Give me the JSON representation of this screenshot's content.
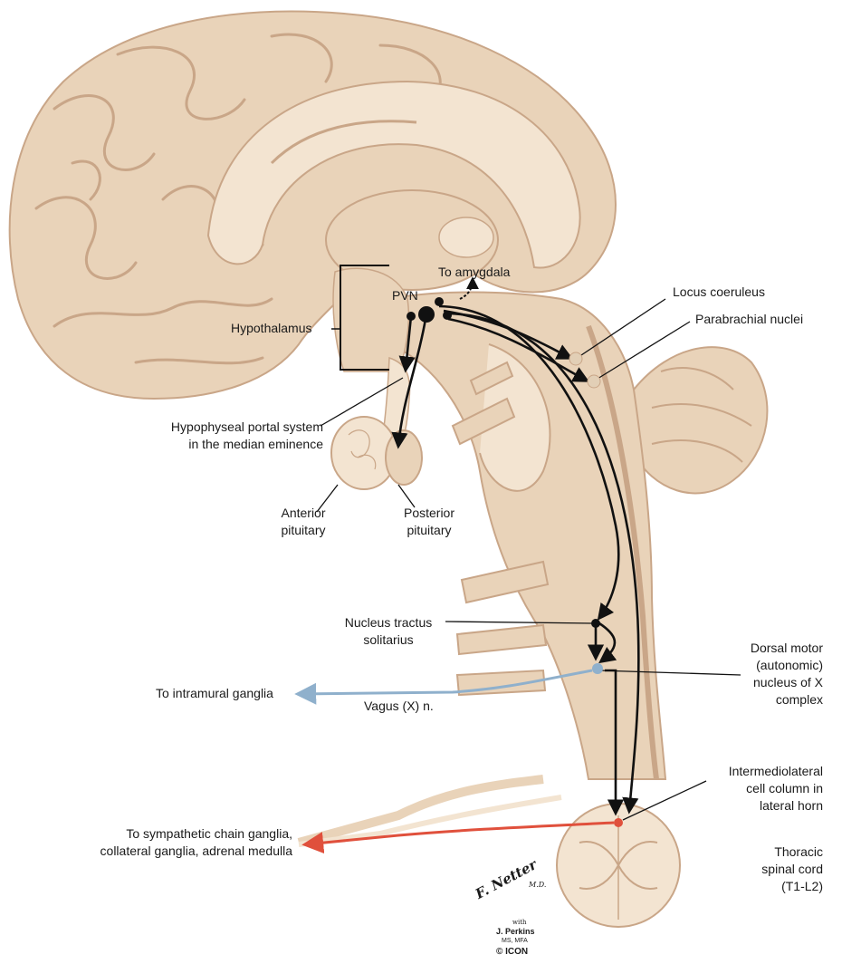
{
  "colors": {
    "tissue": "#e9d3b9",
    "tissue_light": "#f3e4d1",
    "tissue_dark": "#c9a688",
    "pathway": "#111111",
    "parasympathetic": "#8fb0cc",
    "sympathetic": "#e0503c"
  },
  "labels": {
    "to_amygdala": "To amygdala",
    "pvn": "PVN",
    "hypothalamus": "Hypothalamus",
    "hypophyseal_1": "Hypophyseal portal system",
    "hypophyseal_2": "in the median eminence",
    "anterior_1": "Anterior",
    "anterior_2": "pituitary",
    "posterior_1": "Posterior",
    "posterior_2": "pituitary",
    "locus": "Locus coeruleus",
    "parabrachial": "Parabrachial nuclei",
    "nts_1": "Nucleus tractus",
    "nts_2": "solitarius",
    "dmx_1": "Dorsal motor",
    "dmx_2": "(autonomic)",
    "dmx_3": "nucleus of X",
    "dmx_4": "complex",
    "intramural": "To intramural ganglia",
    "vagus": "Vagus (X) n.",
    "iml_1": "Intermediolateral",
    "iml_2": "cell column in",
    "iml_3": "lateral horn",
    "sympathetic_1": "To sympathetic chain ganglia,",
    "sympathetic_2": "collateral ganglia, adrenal medulla",
    "thoracic_1": "Thoracic",
    "thoracic_2": "spinal cord",
    "thoracic_3": "(T1-L2)"
  },
  "signature": {
    "name": "F. Netter",
    "suffix": "M.D.",
    "with": "with",
    "coauthor": "J. Perkins",
    "degrees": "MS, MFA",
    "publisher": "© ICON"
  }
}
